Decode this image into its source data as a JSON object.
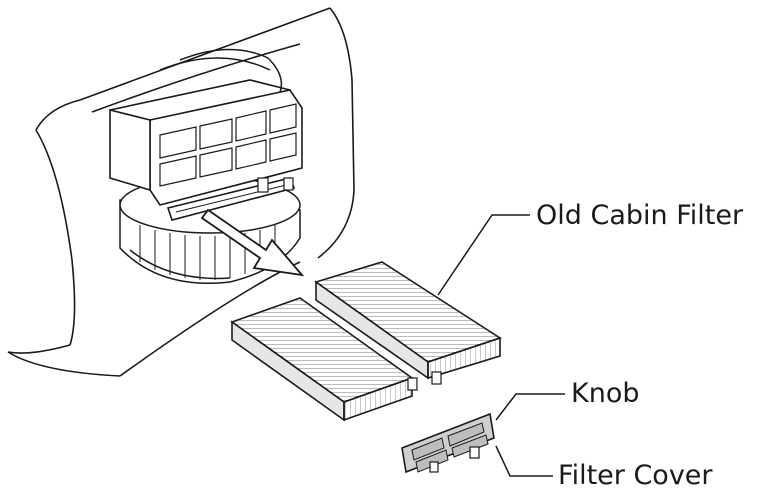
{
  "labels": {
    "old_cabin_filter": "Old Cabin Filter",
    "knob": "Knob",
    "filter_cover": "Filter Cover"
  },
  "colors": {
    "line": "#1a1a1a",
    "filter_fill": "#dcdcdc",
    "cover_fill": "#cfcfcf",
    "background": "#ffffff"
  }
}
